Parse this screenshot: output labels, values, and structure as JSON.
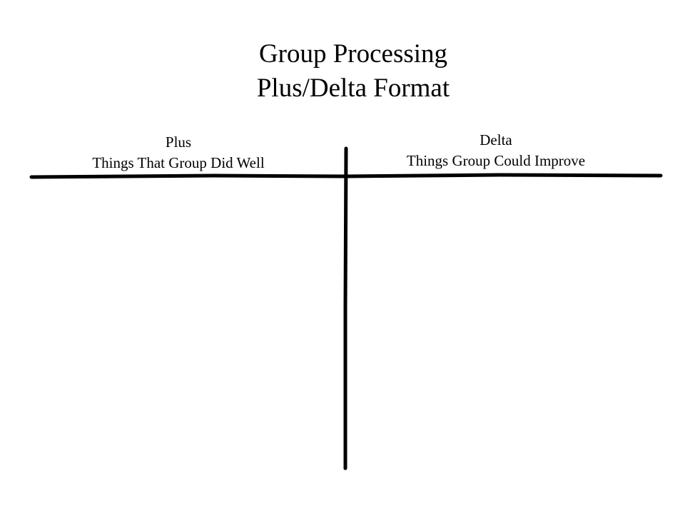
{
  "title": {
    "line1": "Group Processing",
    "line2": "Plus/Delta Format"
  },
  "plus": {
    "heading": "Plus",
    "subheading": "Things That Group Did Well"
  },
  "delta": {
    "heading": "Delta",
    "subheading": "Things Group Could Improve"
  }
}
